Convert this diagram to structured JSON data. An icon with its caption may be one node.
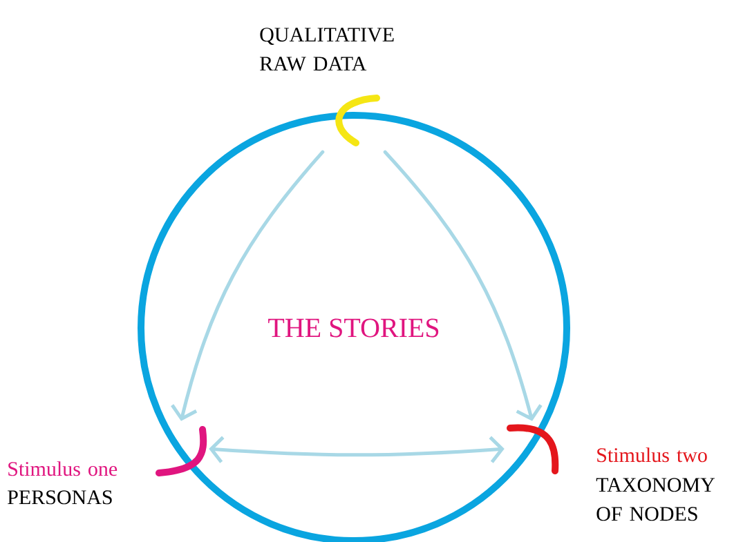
{
  "diagram": {
    "nodes": [
      {
        "text": [
          "THE STORIES"
        ]
      },
      {
        "text": [],
        "shape": "arc",
        "beside": [
          "QUALITATIVE RAW DATA"
        ],
        "in": 0
      },
      {
        "text": [],
        "shape": "arc",
        "beside": [
          "Stimulus one",
          "PERSONAS"
        ],
        "in": 0
      },
      {
        "text": [],
        "shape": "arc",
        "beside": [
          "Stimulus two",
          "TAXONOMY OF NODES"
        ],
        "in": 0
      }
    ],
    "edges": [
      {
        "from": 1,
        "to": 2,
        "arrow": "to"
      },
      {
        "from": 1,
        "to": 3,
        "arrow": "to"
      },
      {
        "from": 2,
        "to": 3,
        "arrow": "both"
      }
    ]
  }
}
